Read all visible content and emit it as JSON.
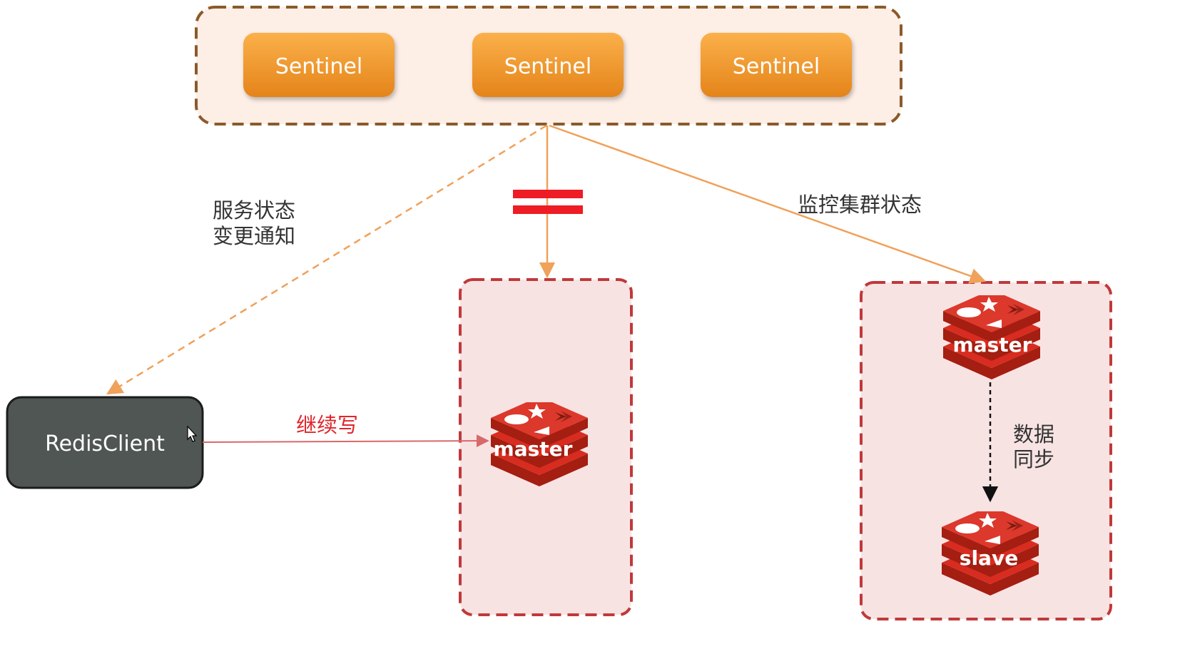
{
  "sentinel_group": {
    "nodes": [
      {
        "label": "Sentinel"
      },
      {
        "label": "Sentinel"
      },
      {
        "label": "Sentinel"
      }
    ]
  },
  "client": {
    "label": "RedisClient"
  },
  "edges": {
    "notify": {
      "label_line1": "服务状态",
      "label_line2": "变更通知"
    },
    "write": {
      "label": "继续写"
    },
    "monitor": {
      "label": "监控集群状态"
    },
    "sync": {
      "label_line1": "数据",
      "label_line2": "同步"
    }
  },
  "failed_cluster": {
    "node": {
      "label": "master"
    }
  },
  "active_cluster": {
    "master": {
      "label": "master"
    },
    "slave": {
      "label": "slave"
    }
  },
  "colors": {
    "sentinel_fill": "#f39a2e",
    "group_fill": "#fdeee6",
    "group_border": "#8a5a2b",
    "cluster_fill": "#f8e3e3",
    "cluster_border": "#c0393b",
    "client_fill": "#4f5654",
    "redis_red": "#d82c20",
    "arrow_orange": "#f0a15a",
    "write_arrow": "#d8696a",
    "disconnect_red": "#ee1c24"
  }
}
